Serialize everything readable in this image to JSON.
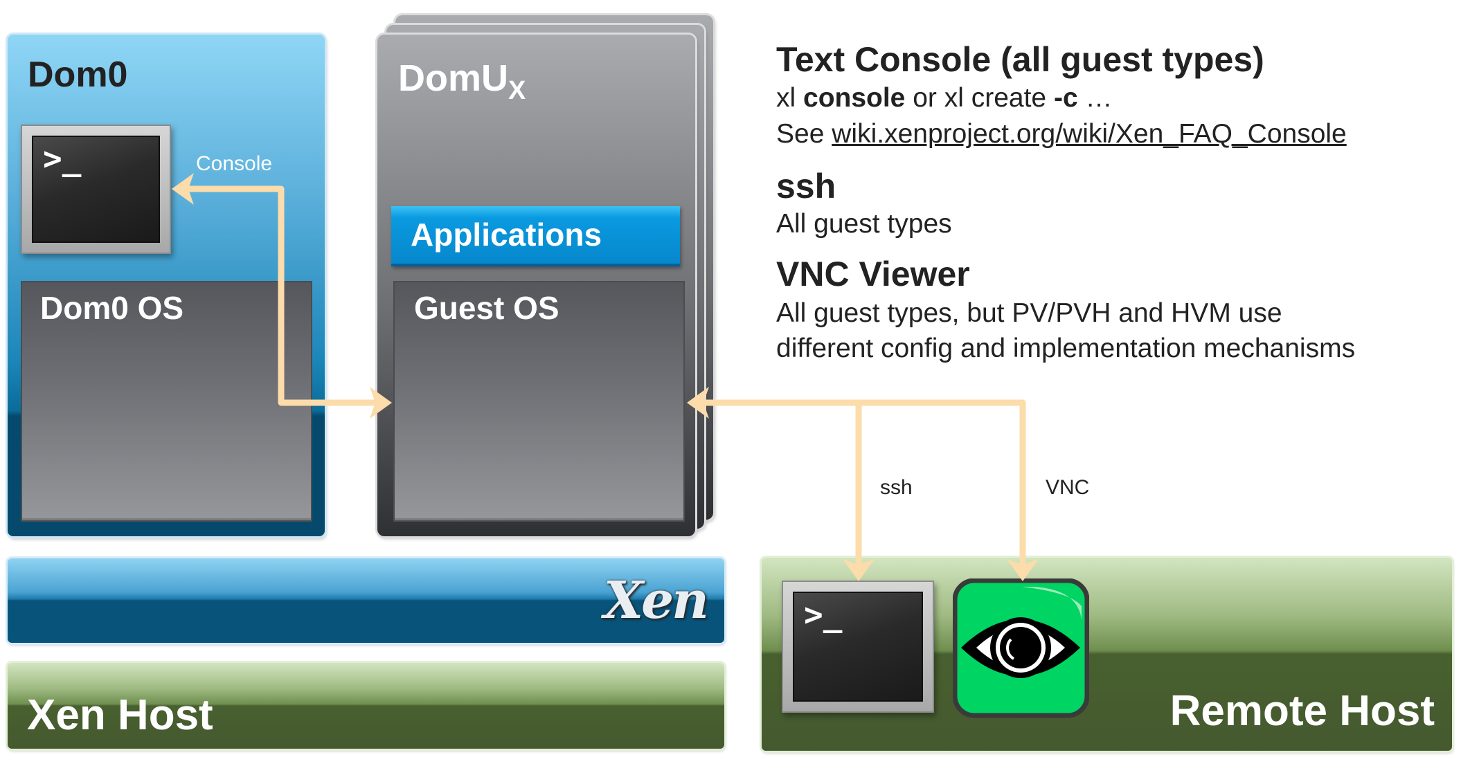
{
  "dom0": {
    "title": "Dom0",
    "console_label": "Console",
    "os_label": "Dom0 OS",
    "prompt": ">_"
  },
  "domu": {
    "title": "DomU",
    "title_subscript": "X",
    "applications_label": "Applications",
    "os_label": "Guest OS"
  },
  "hypervisor": {
    "logo_text": "Xen"
  },
  "xen_host": {
    "label": "Xen Host"
  },
  "remote_host": {
    "label": "Remote Host",
    "prompt": ">_",
    "ssh_label": "ssh",
    "vnc_label": "VNC"
  },
  "notes": {
    "text_console": {
      "title": "Text Console (all guest types)",
      "line1_a": "xl ",
      "line1_b": "console",
      "line1_c": " or xl create ",
      "line1_d": "-c",
      "line1_e": " …",
      "line2_a": "See ",
      "line2_link": "wiki.xenproject.org/wiki/Xen_FAQ_Console"
    },
    "ssh": {
      "title": "ssh",
      "body": "All guest types"
    },
    "vnc": {
      "title": "VNC Viewer",
      "body_line1": "All guest types, but PV/PVH and HVM use",
      "body_line2": "different config and implementation mechanisms"
    }
  },
  "colors": {
    "arrow": "#fbdcaa",
    "dom0_blue": "#1c86b9",
    "apps_blue": "#0a9ae0",
    "host_green": "#45592f",
    "vnc_green": "#00d463"
  }
}
